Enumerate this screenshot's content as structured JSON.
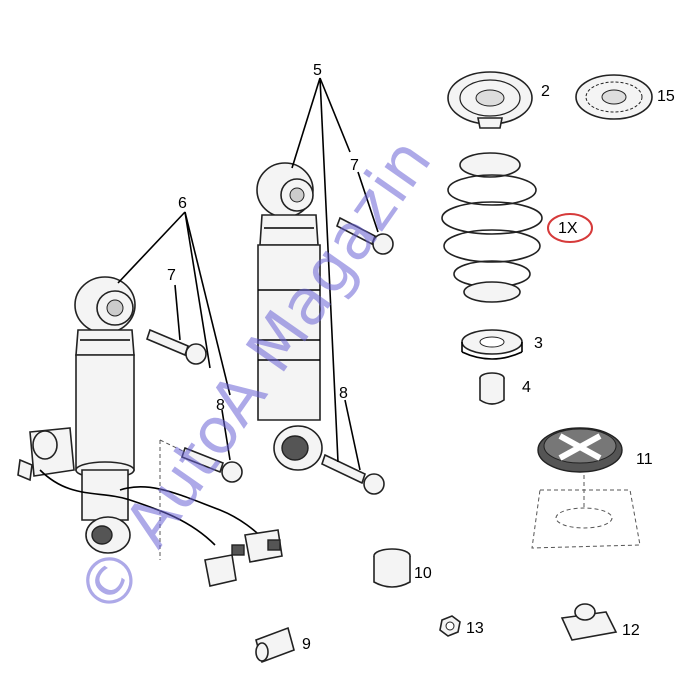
{
  "callouts": {
    "c1x": "1X",
    "c2": "2",
    "c3": "3",
    "c4": "4",
    "c5": "5",
    "c6": "6",
    "c7a": "7",
    "c7b": "7",
    "c8a": "8",
    "c8b": "8",
    "c9": "9",
    "c10": "10",
    "c11": "11",
    "c12": "12",
    "c13": "13",
    "c15": "15"
  },
  "watermark": {
    "text": "© AutoA Magazin"
  },
  "colors": {
    "line": "#222222",
    "watermark_blue": "#6a63d6",
    "watermark_red": "#e0453d",
    "circle_red": "#d63a3a"
  }
}
